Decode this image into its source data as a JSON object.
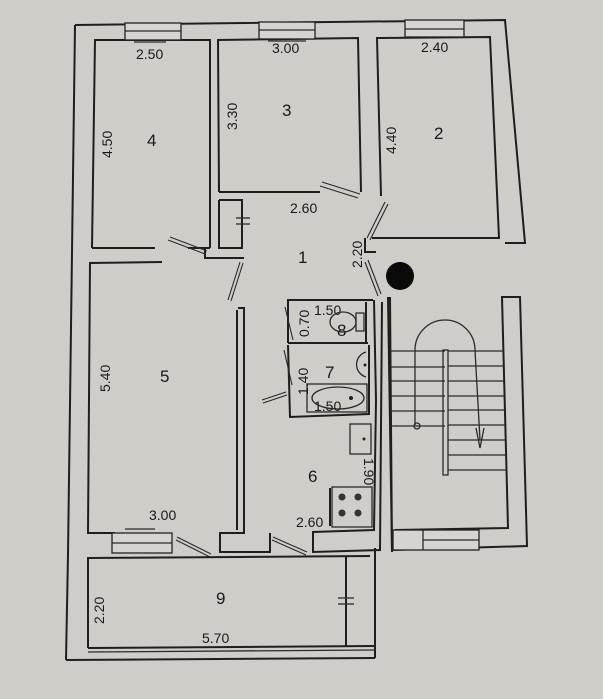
{
  "colors": {
    "paper": "#cfcdc8",
    "line": "#1e1e1e",
    "marker": "#0a0a0a"
  },
  "rooms": [
    {
      "id": "1",
      "label": "1",
      "dims": [
        "2.60",
        "2.20"
      ]
    },
    {
      "id": "2",
      "label": "2",
      "dims": [
        "2.40",
        "4.40"
      ]
    },
    {
      "id": "3",
      "label": "3",
      "dims": [
        "3.00",
        "3.30"
      ]
    },
    {
      "id": "4",
      "label": "4",
      "dims": [
        "2.50",
        "4.50"
      ]
    },
    {
      "id": "5",
      "label": "5",
      "dims": [
        "3.00",
        "5.40"
      ]
    },
    {
      "id": "6",
      "label": "6",
      "dims": [
        "2.60",
        "1.90"
      ]
    },
    {
      "id": "7",
      "label": "7",
      "dims": [
        "1.50",
        "1.40"
      ]
    },
    {
      "id": "8",
      "label": "8",
      "dims": [
        "1.50",
        "0.70"
      ]
    },
    {
      "id": "9",
      "label": "9",
      "dims": [
        "5.70",
        "2.20"
      ]
    }
  ],
  "fixtures": [
    "toilet",
    "sink",
    "bathtub",
    "kitchen-sink",
    "stove",
    "staircase"
  ]
}
